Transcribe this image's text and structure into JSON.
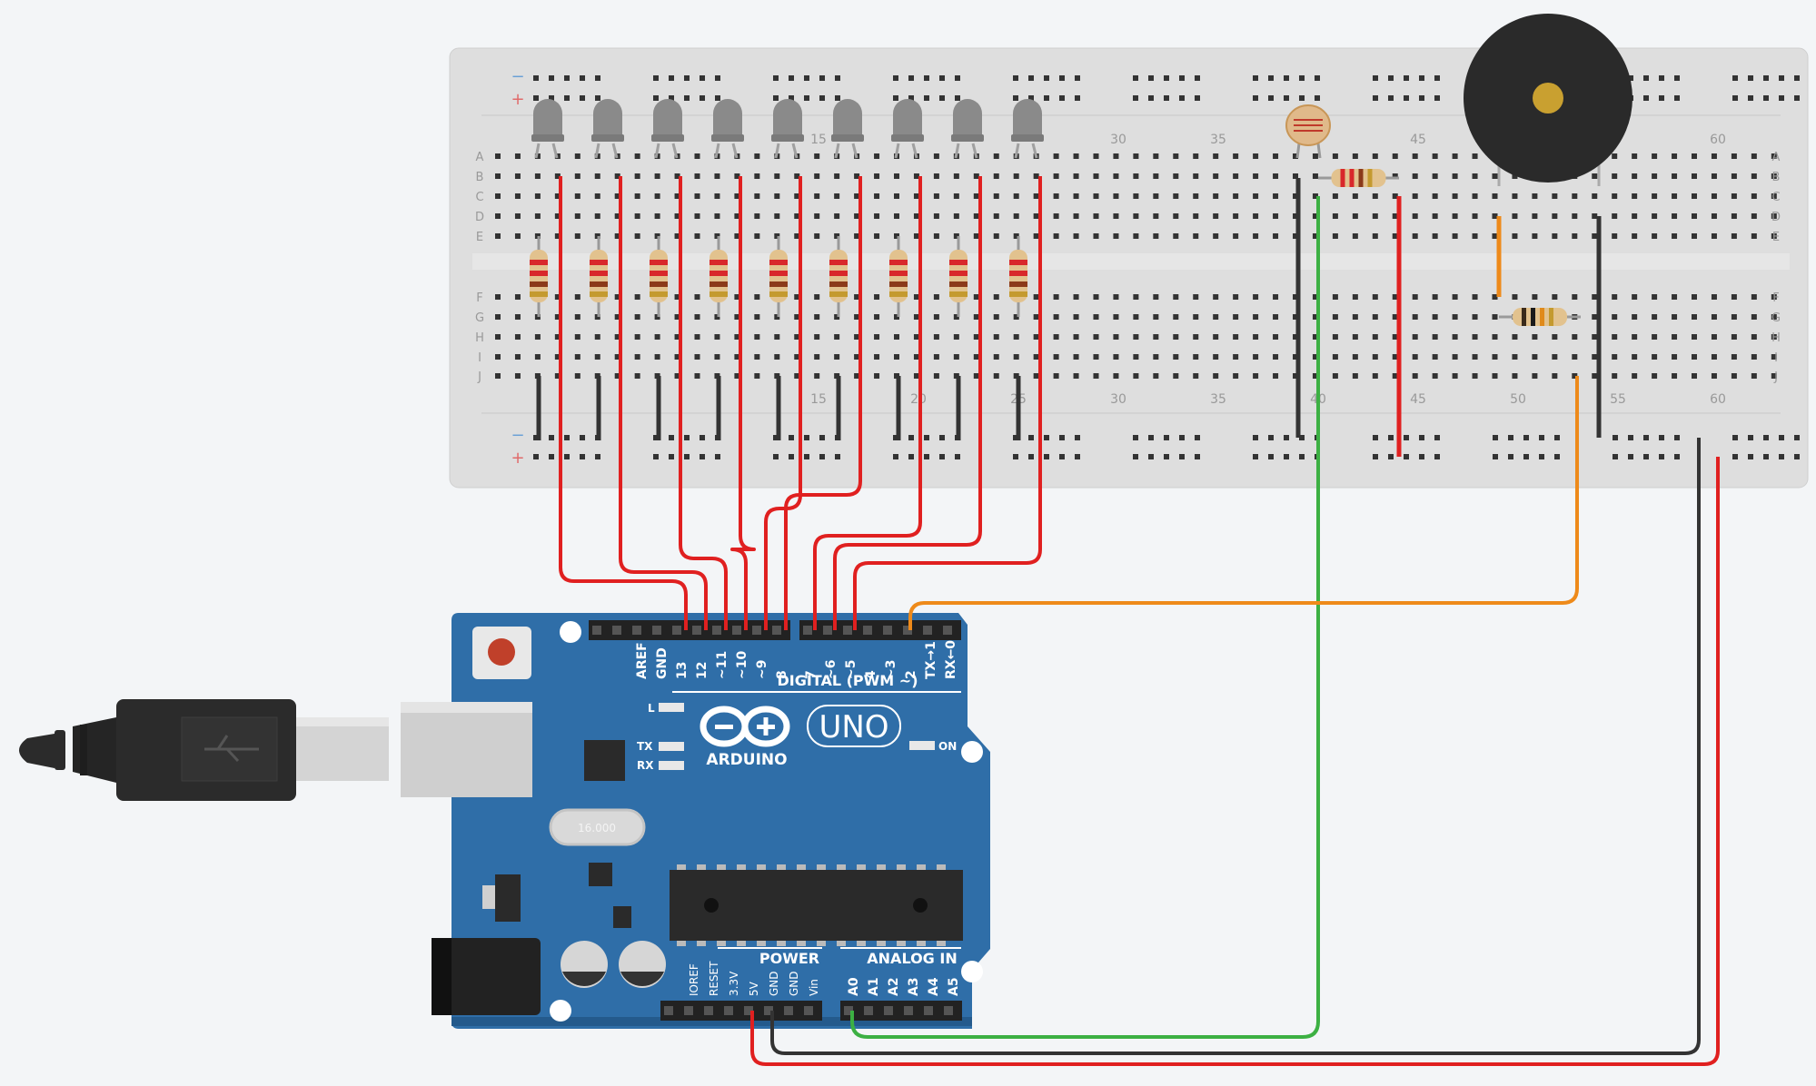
{
  "breadboard": {
    "rail_minus": "−",
    "rail_plus": "+",
    "row_letters": [
      "A",
      "B",
      "C",
      "D",
      "E",
      "F",
      "G",
      "H",
      "I",
      "J"
    ],
    "column_numbers": [
      "15",
      "20",
      "25",
      "30",
      "35",
      "40",
      "45",
      "50",
      "55",
      "60"
    ],
    "top_visible_numbers": [
      "15",
      "30",
      "35",
      "45",
      "60"
    ]
  },
  "arduino": {
    "brand": "ARDUINO",
    "model": "UNO",
    "digital_section_label": "DIGITAL (PWM ~)",
    "digital_pins": [
      "AREF",
      "GND",
      "13",
      "12",
      "~11",
      "~10",
      "~9",
      "8",
      "7",
      "~6",
      "~5",
      "4",
      "~3",
      "2",
      "TX→1",
      "RX←0"
    ],
    "power_section_label": "POWER",
    "power_pins": [
      "IOREF",
      "RESET",
      "3.3V",
      "5V",
      "GND",
      "GND",
      "Vin"
    ],
    "analog_section_label": "ANALOG IN",
    "analog_pins": [
      "A0",
      "A1",
      "A2",
      "A3",
      "A4",
      "A5"
    ],
    "led_labels": {
      "l": "L",
      "tx": "TX",
      "rx": "RX",
      "on": "ON"
    },
    "crystal_label": "16.000"
  },
  "components": {
    "led_count": 9,
    "led_color": "#8a8a8a",
    "photoresistor": "photoresistor",
    "buzzer": "piezo-buzzer"
  },
  "wires": {
    "signal_color": "#e02020",
    "ground_color": "#333333",
    "sensor_color": "#3cb043",
    "buzzer_color": "#ee8a1a"
  }
}
